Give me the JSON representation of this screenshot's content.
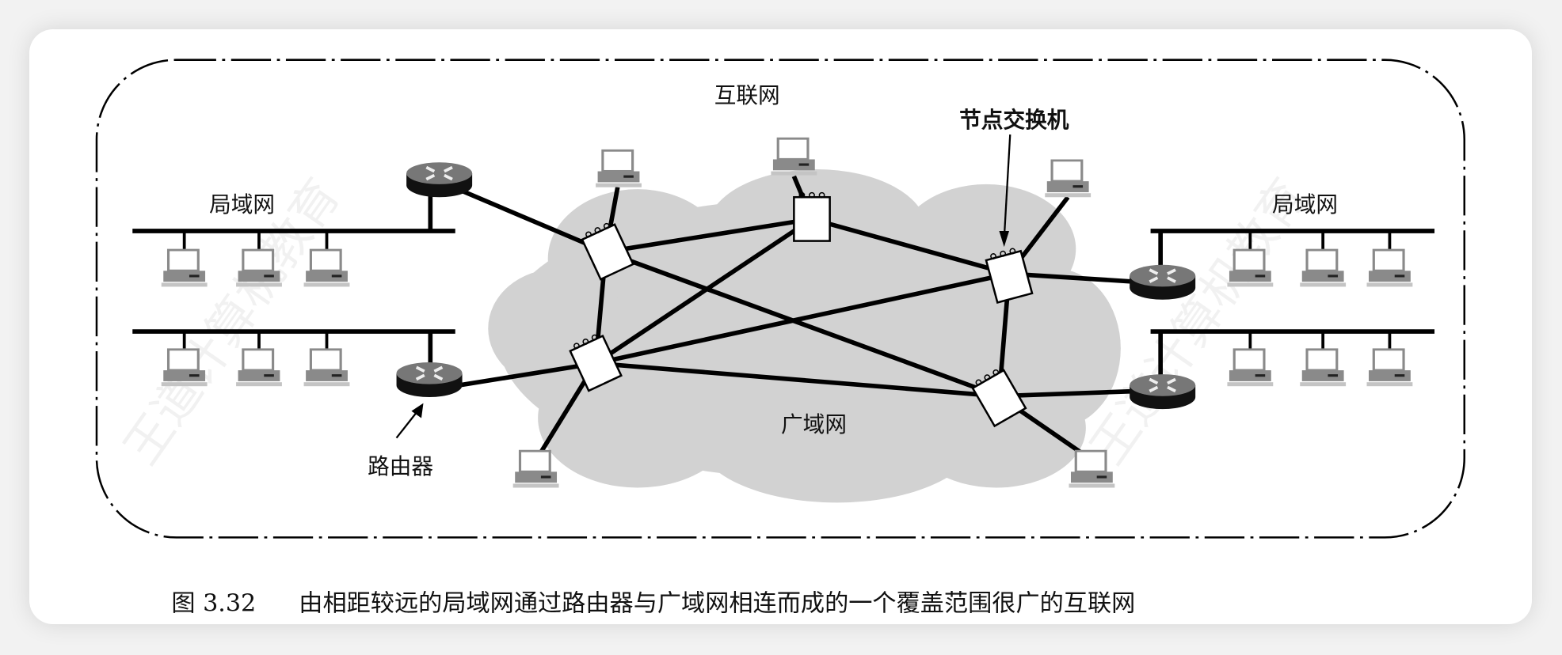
{
  "labels": {
    "internet": "互联网",
    "node_switch": "节点交换机",
    "lan_left": "局域网",
    "lan_right": "局域网",
    "router": "路由器",
    "wan": "广域网"
  },
  "caption": {
    "number": "图 3.32",
    "text": "由相距较远的局域网通过路由器与广域网相连而成的一个覆盖范围很广的互联网"
  },
  "watermark": "王道计算机教育",
  "colors": {
    "cloud": "#d2d2d2",
    "line": "#000000",
    "computer": "#8a8a8a"
  }
}
